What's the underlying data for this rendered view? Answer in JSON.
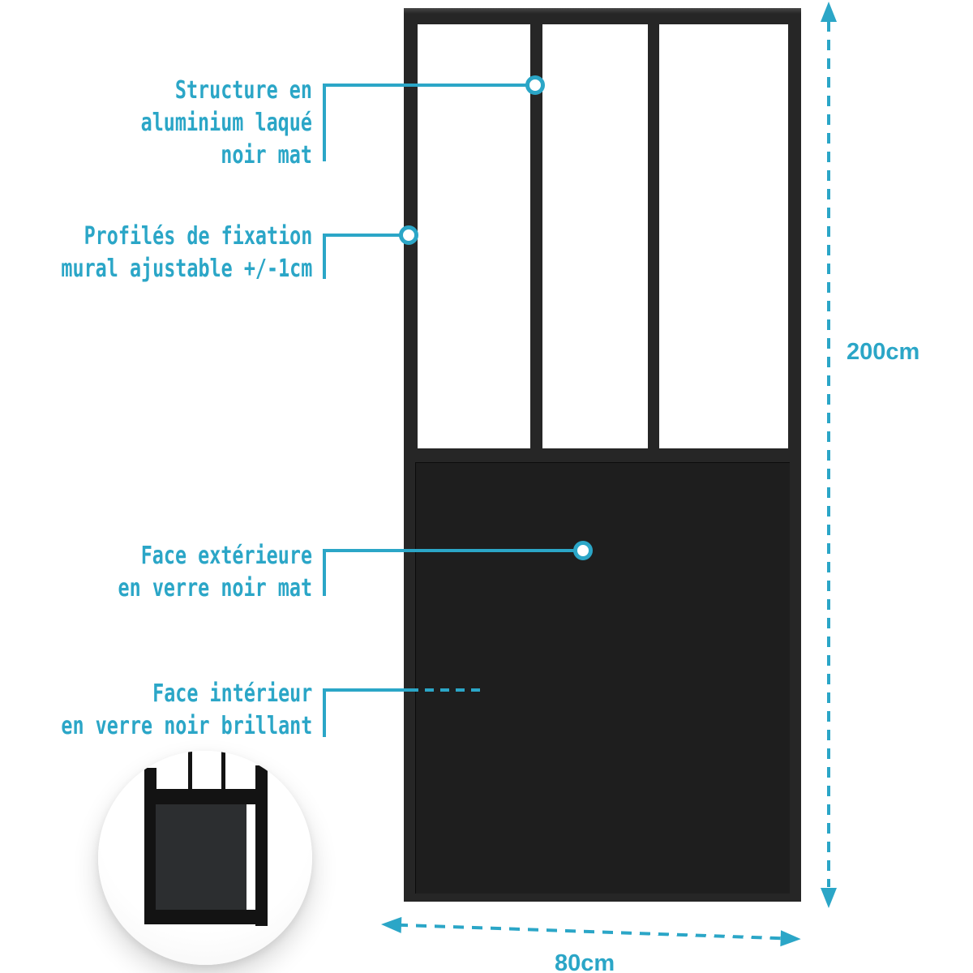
{
  "colors": {
    "accent": "#2ba6c7",
    "frame": "#262626",
    "frame-highlight": "#3f3f3f",
    "lower-panel": "#1e1e1e",
    "inset-frame": "#131313",
    "inset-panel": "#2c2e30",
    "bg": "#ffffff"
  },
  "callouts": [
    {
      "id": "structure",
      "lines": [
        "Structure en",
        "aluminium laqué",
        "noir mat"
      ]
    },
    {
      "id": "fixation",
      "lines": [
        "Profilés de fixation",
        "mural ajustable +/-1cm"
      ]
    },
    {
      "id": "face-exterieure",
      "lines": [
        "Face extérieure",
        "en verre noir mat"
      ]
    },
    {
      "id": "face-interieur",
      "lines": [
        "Face intérieur",
        "en verre noir brillant"
      ]
    }
  ],
  "dimensions": {
    "height": "200cm",
    "width": "80cm"
  }
}
